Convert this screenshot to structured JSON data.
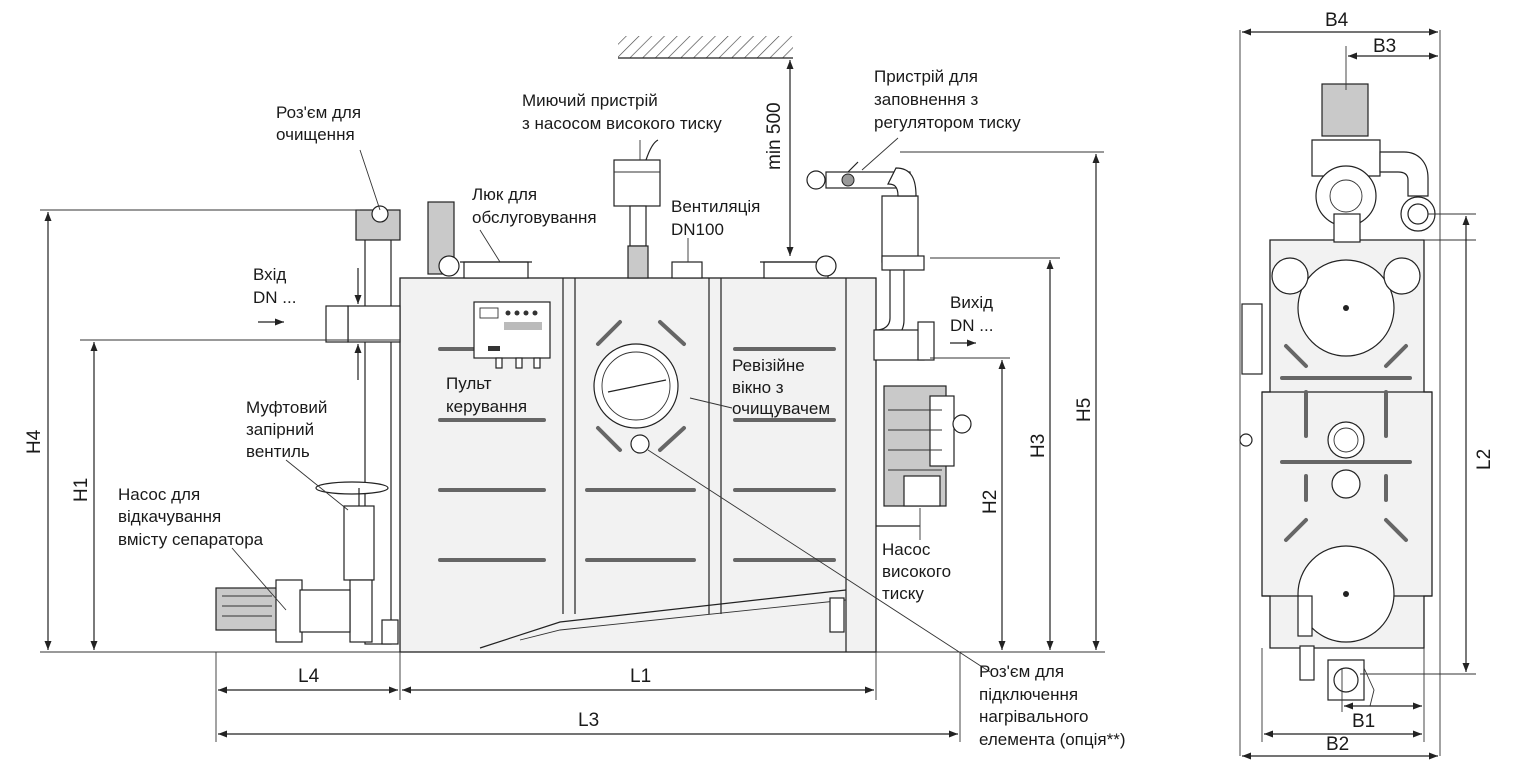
{
  "labels": {
    "cleaning_connector": [
      "Роз'єм для",
      "очищення"
    ],
    "washer": [
      "Миючий пристрій",
      "з насосом високого тиску"
    ],
    "filler": [
      "Пристрій для",
      "заповнення з",
      "регулятором тиску"
    ],
    "hatch": [
      "Люк для",
      "обслуговування"
    ],
    "vent": [
      "Вентиляція",
      "DN100"
    ],
    "inlet": [
      "Вхід",
      "DN ..."
    ],
    "outlet": [
      "Вихід",
      "DN ..."
    ],
    "control": [
      "Пульт",
      "керування"
    ],
    "revision": [
      "Ревізійне",
      "вікно з",
      "очищувачем"
    ],
    "gate_valve": [
      "Муфтовий",
      "запірний",
      "вентиль"
    ],
    "separator_pump": [
      "Насос для",
      "відкачування",
      "вмісту сепаратора"
    ],
    "hp_pump": [
      "Насос",
      "високого",
      "тиску"
    ],
    "heater": [
      "Роз'єм для",
      "підключення",
      "нагрівального",
      "елемента (опція**)"
    ]
  },
  "dims": {
    "min500": "min 500",
    "H1": "H1",
    "H2": "H2",
    "H3": "H3",
    "H4": "H4",
    "H5": "H5",
    "L1": "L1",
    "L2": "L2",
    "L3": "L3",
    "L4": "L4",
    "B1": "B1",
    "B2": "B2",
    "B3": "B3",
    "B4": "B4"
  }
}
